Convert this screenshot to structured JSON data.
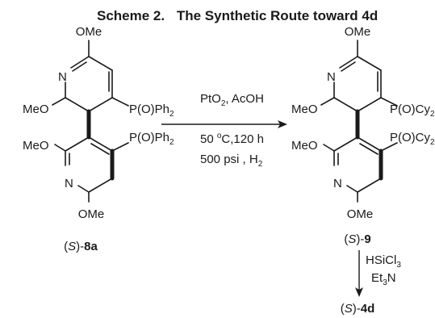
{
  "scheme": {
    "label": "Scheme 2.",
    "title": "The Synthetic Route toward 4d"
  },
  "compounds": [
    {
      "name": "(S)-8a",
      "label_prefix": "(",
      "label_italic": "S",
      "label_mid": ")-",
      "label_bold": "8a",
      "substituents": {
        "top_ome": "OMe",
        "ring_n_top": "N",
        "left_meo_top": "MeO",
        "phos_top": "P(O)Ph",
        "phos_top_sub": "2",
        "left_meo_bottom": "MeO",
        "phos_bottom": "P(O)Ph",
        "phos_bottom_sub": "2",
        "ring_n_bottom": "N",
        "bottom_ome": "OMe"
      }
    },
    {
      "name": "(S)-9",
      "label_prefix": "(",
      "label_italic": "S",
      "label_mid": ")-",
      "label_bold": "9",
      "substituents": {
        "top_ome": "OMe",
        "ring_n_top": "N",
        "left_meo_top": "MeO",
        "phos_top": "P(O)Cy",
        "phos_top_sub": "2",
        "left_meo_bottom": "MeO",
        "phos_bottom": "P(O)Cy",
        "phos_bottom_sub": "2",
        "ring_n_bottom": "N",
        "bottom_ome": "OMe"
      }
    }
  ],
  "product": {
    "label_prefix": "(",
    "label_italic": "S",
    "label_mid": ")-",
    "label_bold": "4d"
  },
  "step1": {
    "line1": "PtO",
    "line1_sub": "2",
    "line1_rest": ", AcOH",
    "line2_a": "50 ",
    "line2_sup": "o",
    "line2_b": "C,120 h",
    "line3": "500 psi , H",
    "line3_sub": "2"
  },
  "step2": {
    "line1": "HSiCl",
    "line1_sub": "3",
    "line2": "Et",
    "line2_sub": "3",
    "line2_rest": "N"
  }
}
